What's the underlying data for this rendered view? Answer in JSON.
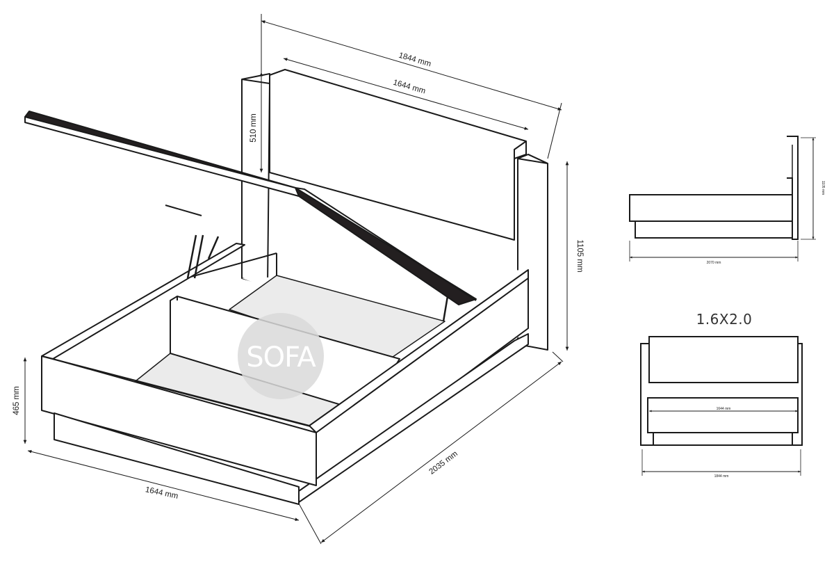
{
  "dimensions": {
    "total_width": "1844 mm",
    "headboard_panel_width": "1644 mm",
    "headboard_panel_height": "510 mm",
    "total_height": "1105 mm",
    "base_height": "465 mm",
    "front_width": "1644 mm",
    "length": "2035 mm"
  },
  "side_view": {
    "height_label": "1105 mm",
    "length_label": "2070 mm"
  },
  "front_view": {
    "title": "1.6X2.0",
    "inner_label": "1644 mm",
    "outer_label": "1844 mm"
  },
  "watermark": "SOFA",
  "colors": {
    "line": "#1a1a1a",
    "lid_fill": "#231f20",
    "storage_fill": "#ebebeb",
    "watermark_bg": "#d9d9d9"
  }
}
